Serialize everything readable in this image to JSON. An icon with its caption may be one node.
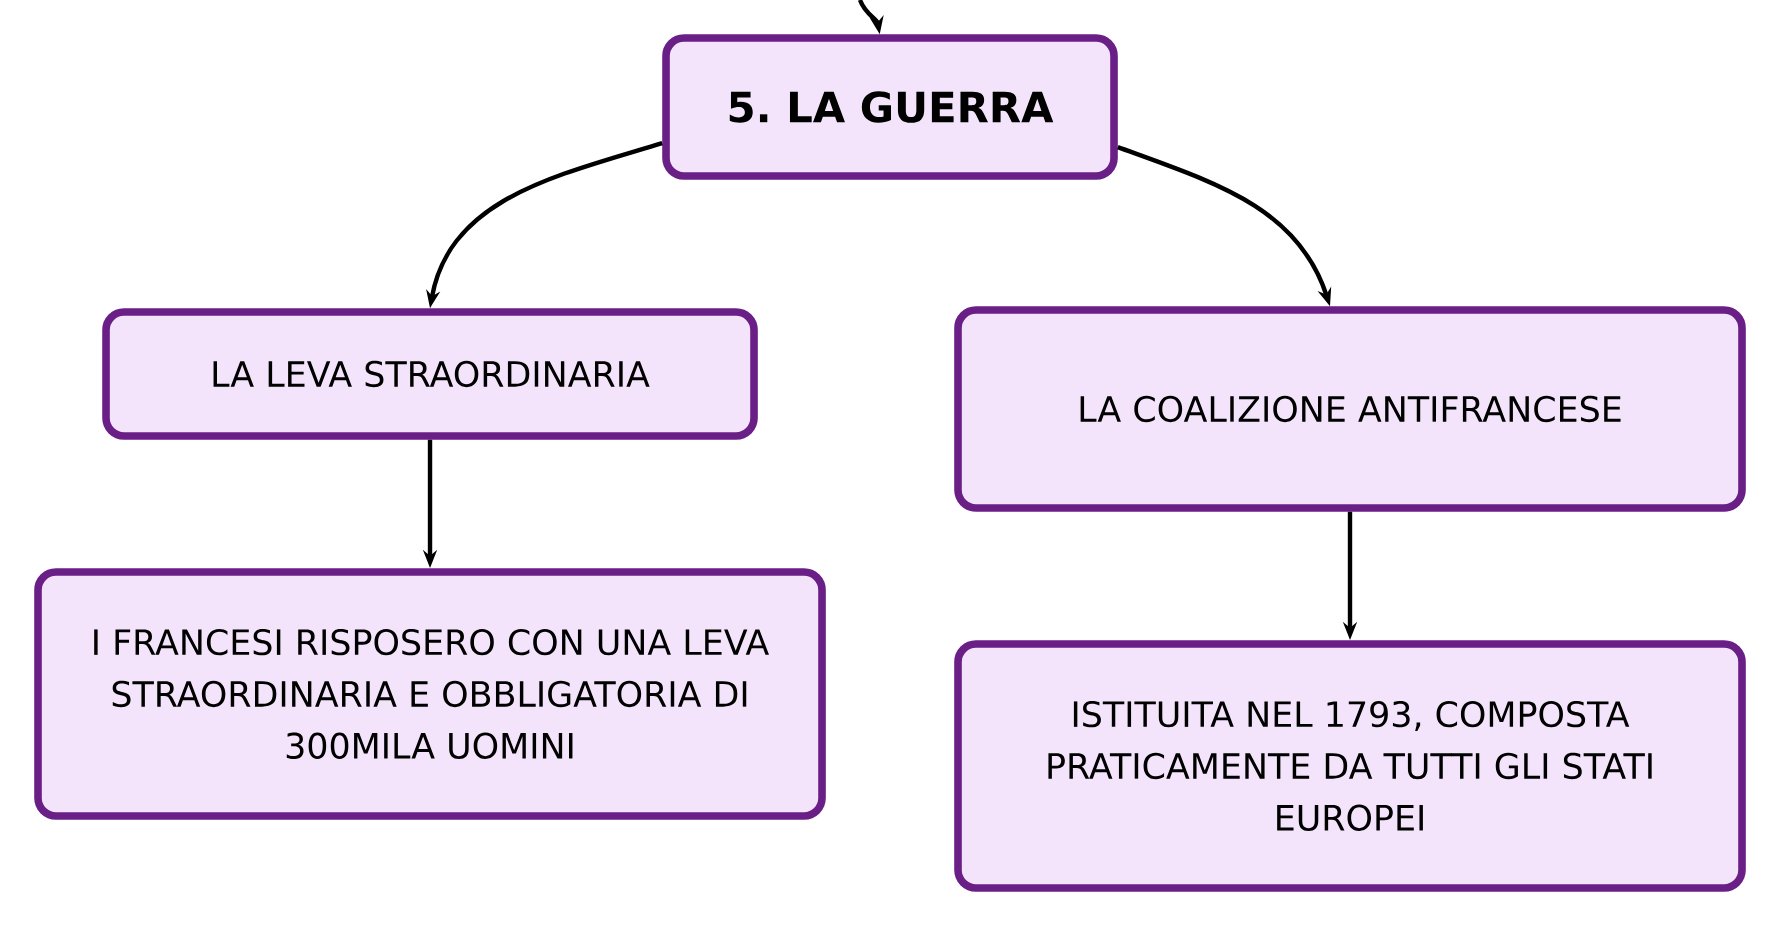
{
  "diagram": {
    "nodes": [
      {
        "text": [
          "5. LA GUERRA"
        ]
      },
      {
        "text": [
          "LA LEVA STRAORDINARIA"
        ]
      },
      {
        "text": [
          "LA COALIZIONE ANTIFRANCESE"
        ]
      },
      {
        "text": [
          "I FRANCESI RISPOSERO CON UNA LEVA STRAORDINARIA E OBBLIGATORIA DI 300MILA UOMINI"
        ]
      },
      {
        "text": [
          "ISTITUITA NEL 1793, COMPOSTA PRATICAMENTE DA TUTTI GLI STATI EUROPEI"
        ]
      }
    ],
    "edges": [
      {
        "from": null,
        "to": 0,
        "arrow": "to"
      },
      {
        "from": 0,
        "to": 1,
        "arrow": "to"
      },
      {
        "from": 0,
        "to": 2,
        "arrow": "to"
      },
      {
        "from": 1,
        "to": 3,
        "arrow": "to"
      },
      {
        "from": 2,
        "to": 4,
        "arrow": "to"
      }
    ]
  }
}
